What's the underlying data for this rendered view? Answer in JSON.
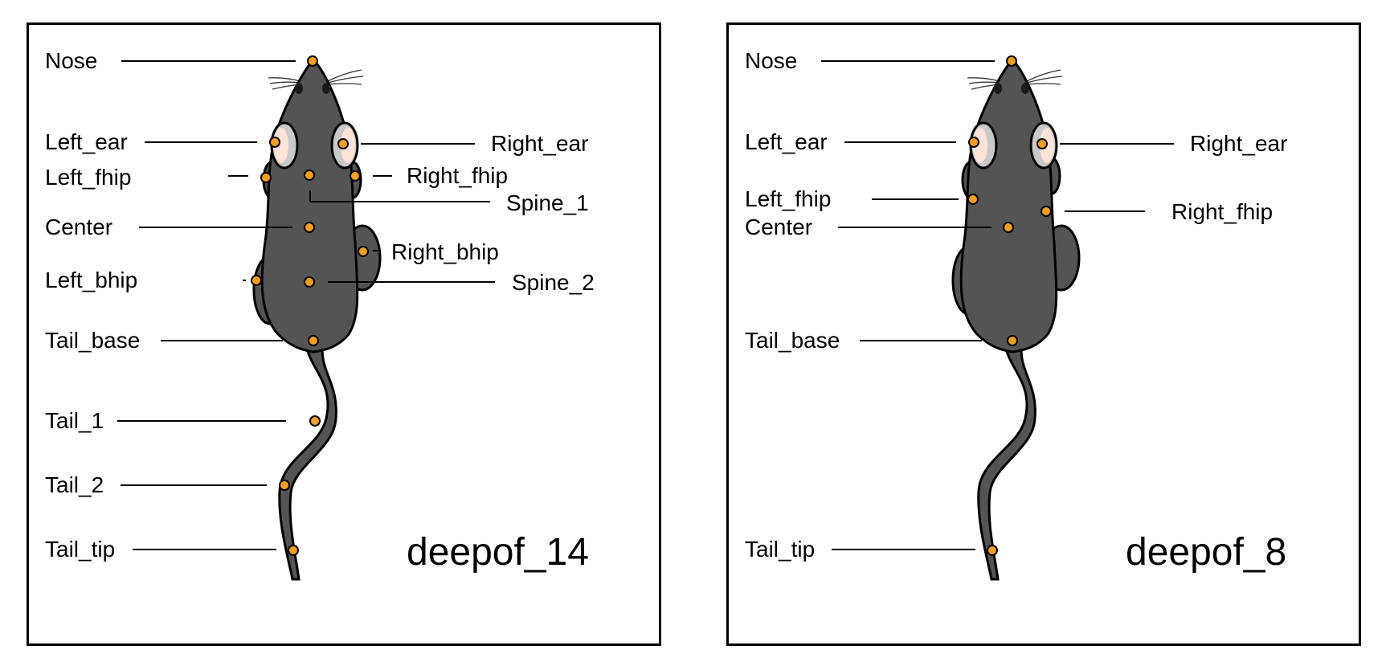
{
  "colors": {
    "body": "#545454",
    "outline": "#000000",
    "ear_inner": "#fde3d8",
    "ear_outer": "#c9c9c9",
    "keypoint": "#f7a020",
    "keypoint_outline": "#000000"
  },
  "panels": [
    {
      "title": "deepof_14",
      "labels": {
        "nose": "Nose",
        "left_ear": "Left_ear",
        "right_ear": "Right_ear",
        "left_fhip": "Left_fhip",
        "right_fhip": "Right_fhip",
        "spine_1": "Spine_1",
        "center": "Center",
        "right_bhip": "Right_bhip",
        "left_bhip": "Left_bhip",
        "spine_2": "Spine_2",
        "tail_base": "Tail_base",
        "tail_1": "Tail_1",
        "tail_2": "Tail_2",
        "tail_tip": "Tail_tip"
      }
    },
    {
      "title": "deepof_8",
      "labels": {
        "nose": "Nose",
        "left_ear": "Left_ear",
        "right_ear": "Right_ear",
        "left_fhip": "Left_fhip",
        "right_fhip": "Right_fhip",
        "center": "Center",
        "tail_base": "Tail_base",
        "tail_tip": "Tail_tip"
      }
    }
  ]
}
